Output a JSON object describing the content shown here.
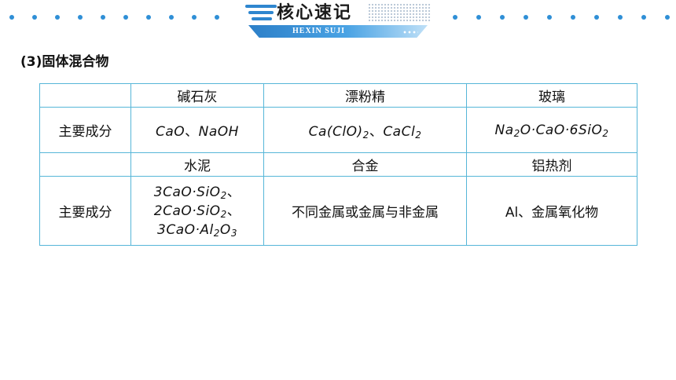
{
  "header": {
    "title": "核心速记",
    "subtitle": "HEXIN SUJI"
  },
  "section_title": "(3)固体混合物",
  "table": {
    "header_row_1": [
      "",
      "碱石灰",
      "漂粉精",
      "玻璃"
    ],
    "row_1": {
      "label": "主要成分",
      "soda_lime": [
        "CaO",
        "、",
        "NaOH"
      ],
      "bleach": [
        "Ca(ClO)",
        "2",
        "、",
        "CaCl",
        "2"
      ],
      "glass": [
        "Na",
        "2",
        "O·CaO·6SiO",
        "2"
      ]
    },
    "header_row_2": [
      "",
      "水泥",
      "合金",
      "铝热剂"
    ],
    "row_2": {
      "label": "主要成分",
      "cement": [
        [
          "3CaO·SiO",
          "2",
          "、"
        ],
        [
          "2CaO·SiO",
          "2",
          "、"
        ],
        [
          "3CaO·Al",
          "2",
          "O",
          "3"
        ]
      ],
      "alloy": "不同金属或金属与非金属",
      "thermite": "Al、金属氧化物"
    }
  },
  "colors": {
    "accent": "#2f8fd6",
    "table_border": "#56b6d8"
  }
}
